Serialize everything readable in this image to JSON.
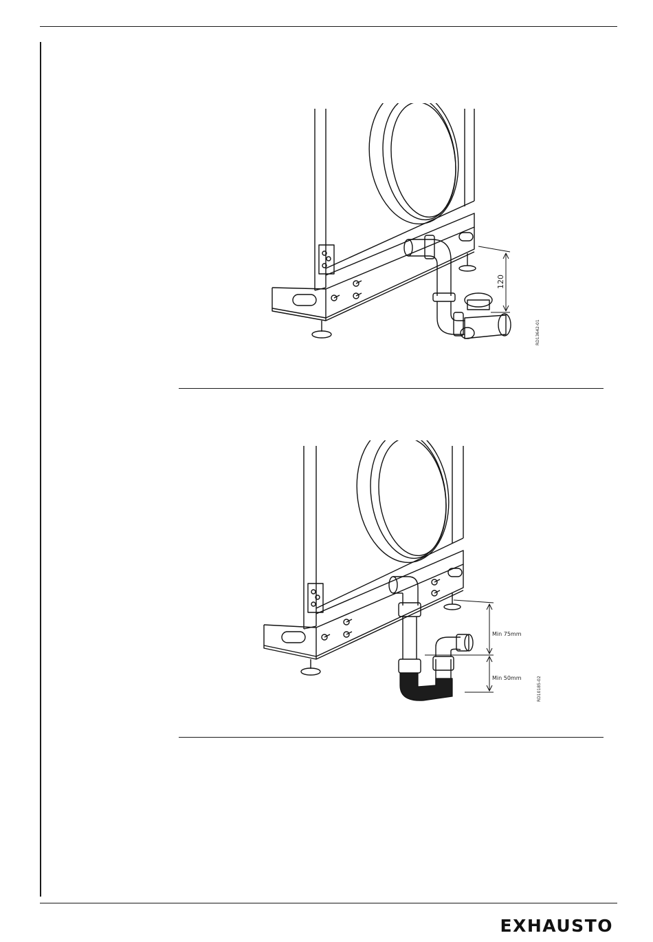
{
  "figure1": {
    "dimension_label": "120",
    "ref_code": "RD13642-01"
  },
  "figure2": {
    "dimension_upper": "Min 75mm",
    "dimension_lower": "Min 50mm",
    "ref_code": "RD10185-02"
  },
  "footer": {
    "brand": "EXHAUSTO"
  }
}
